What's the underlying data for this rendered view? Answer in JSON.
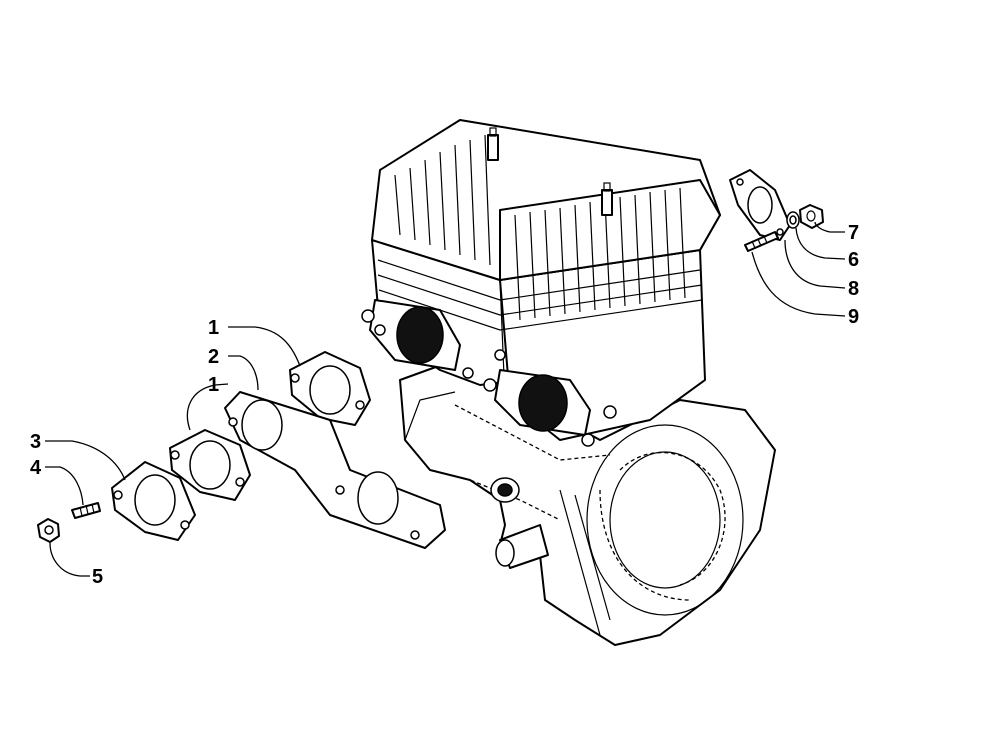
{
  "diagram": {
    "callouts": {
      "c1a": "1",
      "c2": "2",
      "c1b": "1",
      "c3": "3",
      "c4": "4",
      "c5": "5",
      "c7": "7",
      "c6": "6",
      "c8": "8",
      "c9": "9"
    }
  }
}
